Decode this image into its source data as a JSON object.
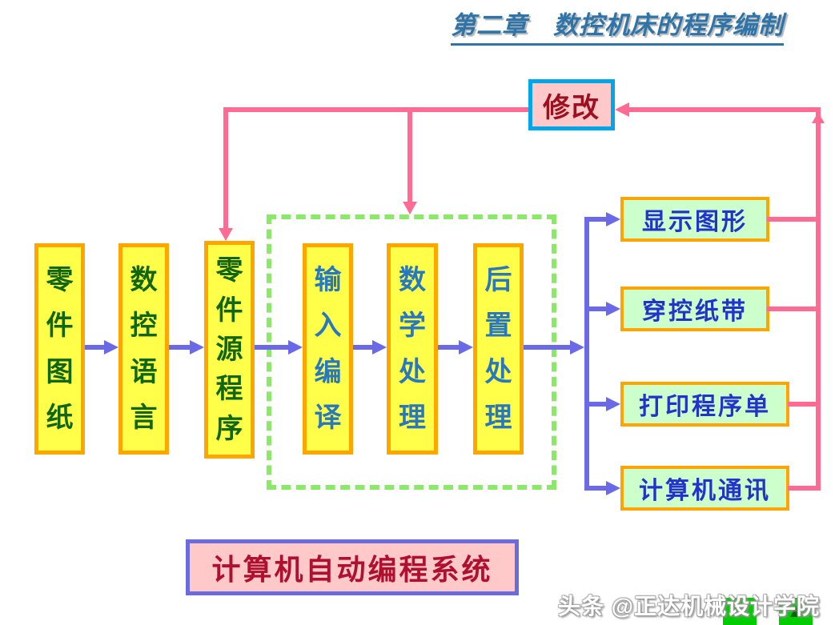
{
  "slide": {
    "title": "第二章　数控机床的程序编制",
    "caption": "计算机自动编程系统",
    "watermark": "头条 @正达机械设计学院"
  },
  "flowchart": {
    "modify_label": "修改",
    "input_boxes": [
      {
        "label": "零件图纸"
      },
      {
        "label": "数控语言"
      },
      {
        "label": "零件源程序"
      }
    ],
    "process_boxes": [
      {
        "label": "输入编译"
      },
      {
        "label": "数学处理"
      },
      {
        "label": "后置处理"
      }
    ],
    "output_boxes": [
      {
        "label": "显示图形"
      },
      {
        "label": "穿控纸带"
      },
      {
        "label": "打印程序单"
      },
      {
        "label": "计算机通讯"
      }
    ]
  },
  "icons": {
    "down_triangle": "▼",
    "up_triangle": "▲"
  },
  "colors": {
    "title_blue": "#2E74A8",
    "box_yellow": "#FFFF4A",
    "box_border_orange": "#FFA500",
    "input_text_green": "#116611",
    "process_text_blue": "#2878C0",
    "output_fill_green": "#CCFFCC",
    "output_text_blue": "#2233CC",
    "modify_border_cyan": "#00A6E8",
    "pink_fill": "#FFC9C9",
    "dark_red_text": "#9E1020",
    "arrow_blue": "#6A6AE8",
    "feedback_pink": "#FF6B93",
    "dashed_green": "#8CE868",
    "caption_border_purple": "#6B6BDD",
    "watermark_icon_green": "#00CC00"
  }
}
